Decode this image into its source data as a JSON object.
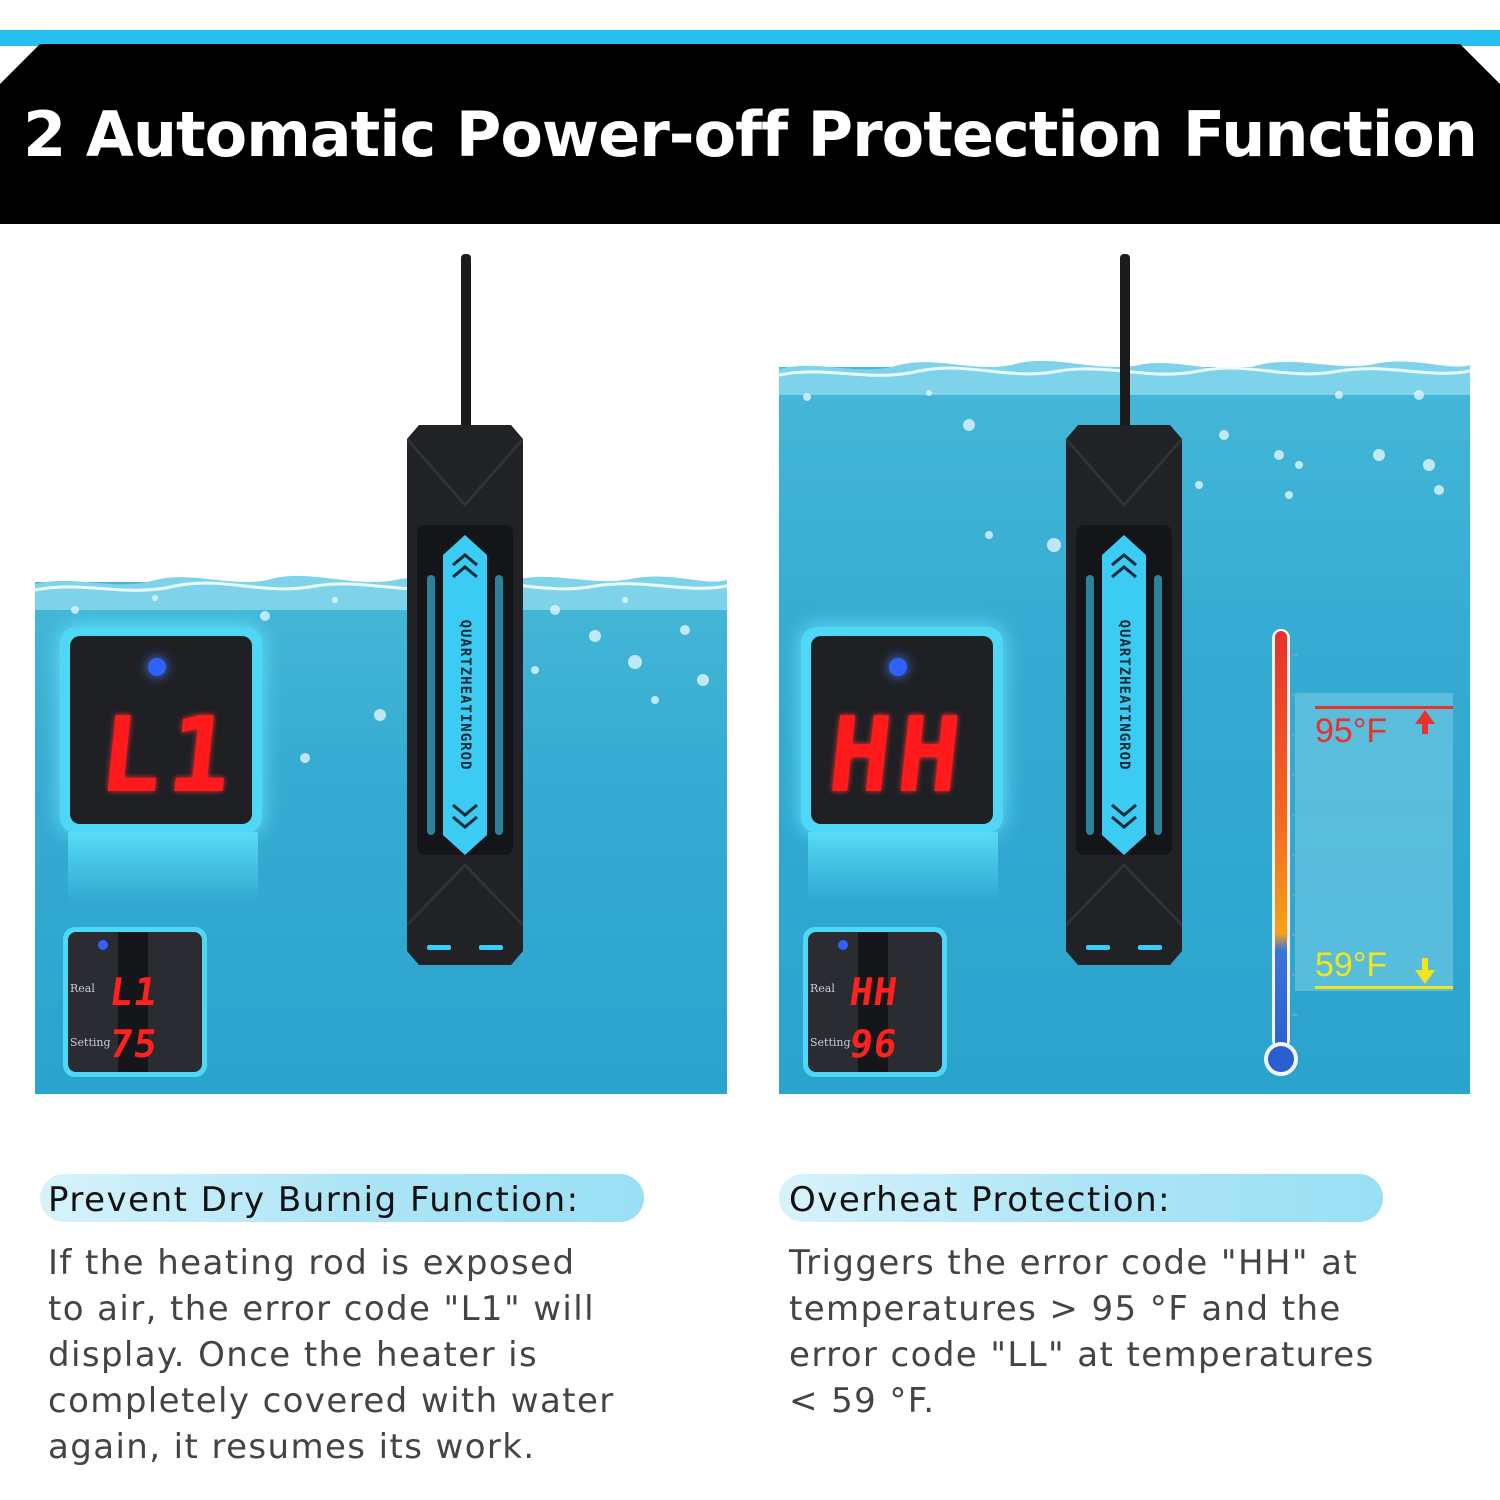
{
  "header": {
    "title": "2 Automatic Power-off Protection Function"
  },
  "colors": {
    "accent_cyan": "#27bff0",
    "water": "#37acd2",
    "led_red": "#ff1b1b",
    "led_blue": "#2e61ff",
    "header_bg": "#000000"
  },
  "heater": {
    "label": "QUARTZHEATINGROD"
  },
  "left_panel": {
    "display_code": "L1",
    "mini_label_real": "Real",
    "mini_label_setting": "Setting",
    "mini_real_value": "L1",
    "mini_setting_value": "75"
  },
  "right_panel": {
    "display_code": "HH",
    "mini_label_real": "Real",
    "mini_label_setting": "Setting",
    "mini_real_value": "HH",
    "mini_setting_value": "96"
  },
  "thermometer": {
    "upper_label": "95°F",
    "lower_label": "59°F"
  },
  "features": [
    {
      "title": "Prevent Dry Burnig Function:",
      "text": "If the heating rod is exposed\nto air, the error code \"L1\" will\ndisplay. Once the heater is\ncompletely covered with water\nagain, it resumes its work."
    },
    {
      "title": "Overheat Protection:",
      "text": "Triggers the error code \"HH\" at\ntemperatures  > 95 °F and the\nerror code \"LL\" at temperatures\n < 59 °F."
    }
  ]
}
